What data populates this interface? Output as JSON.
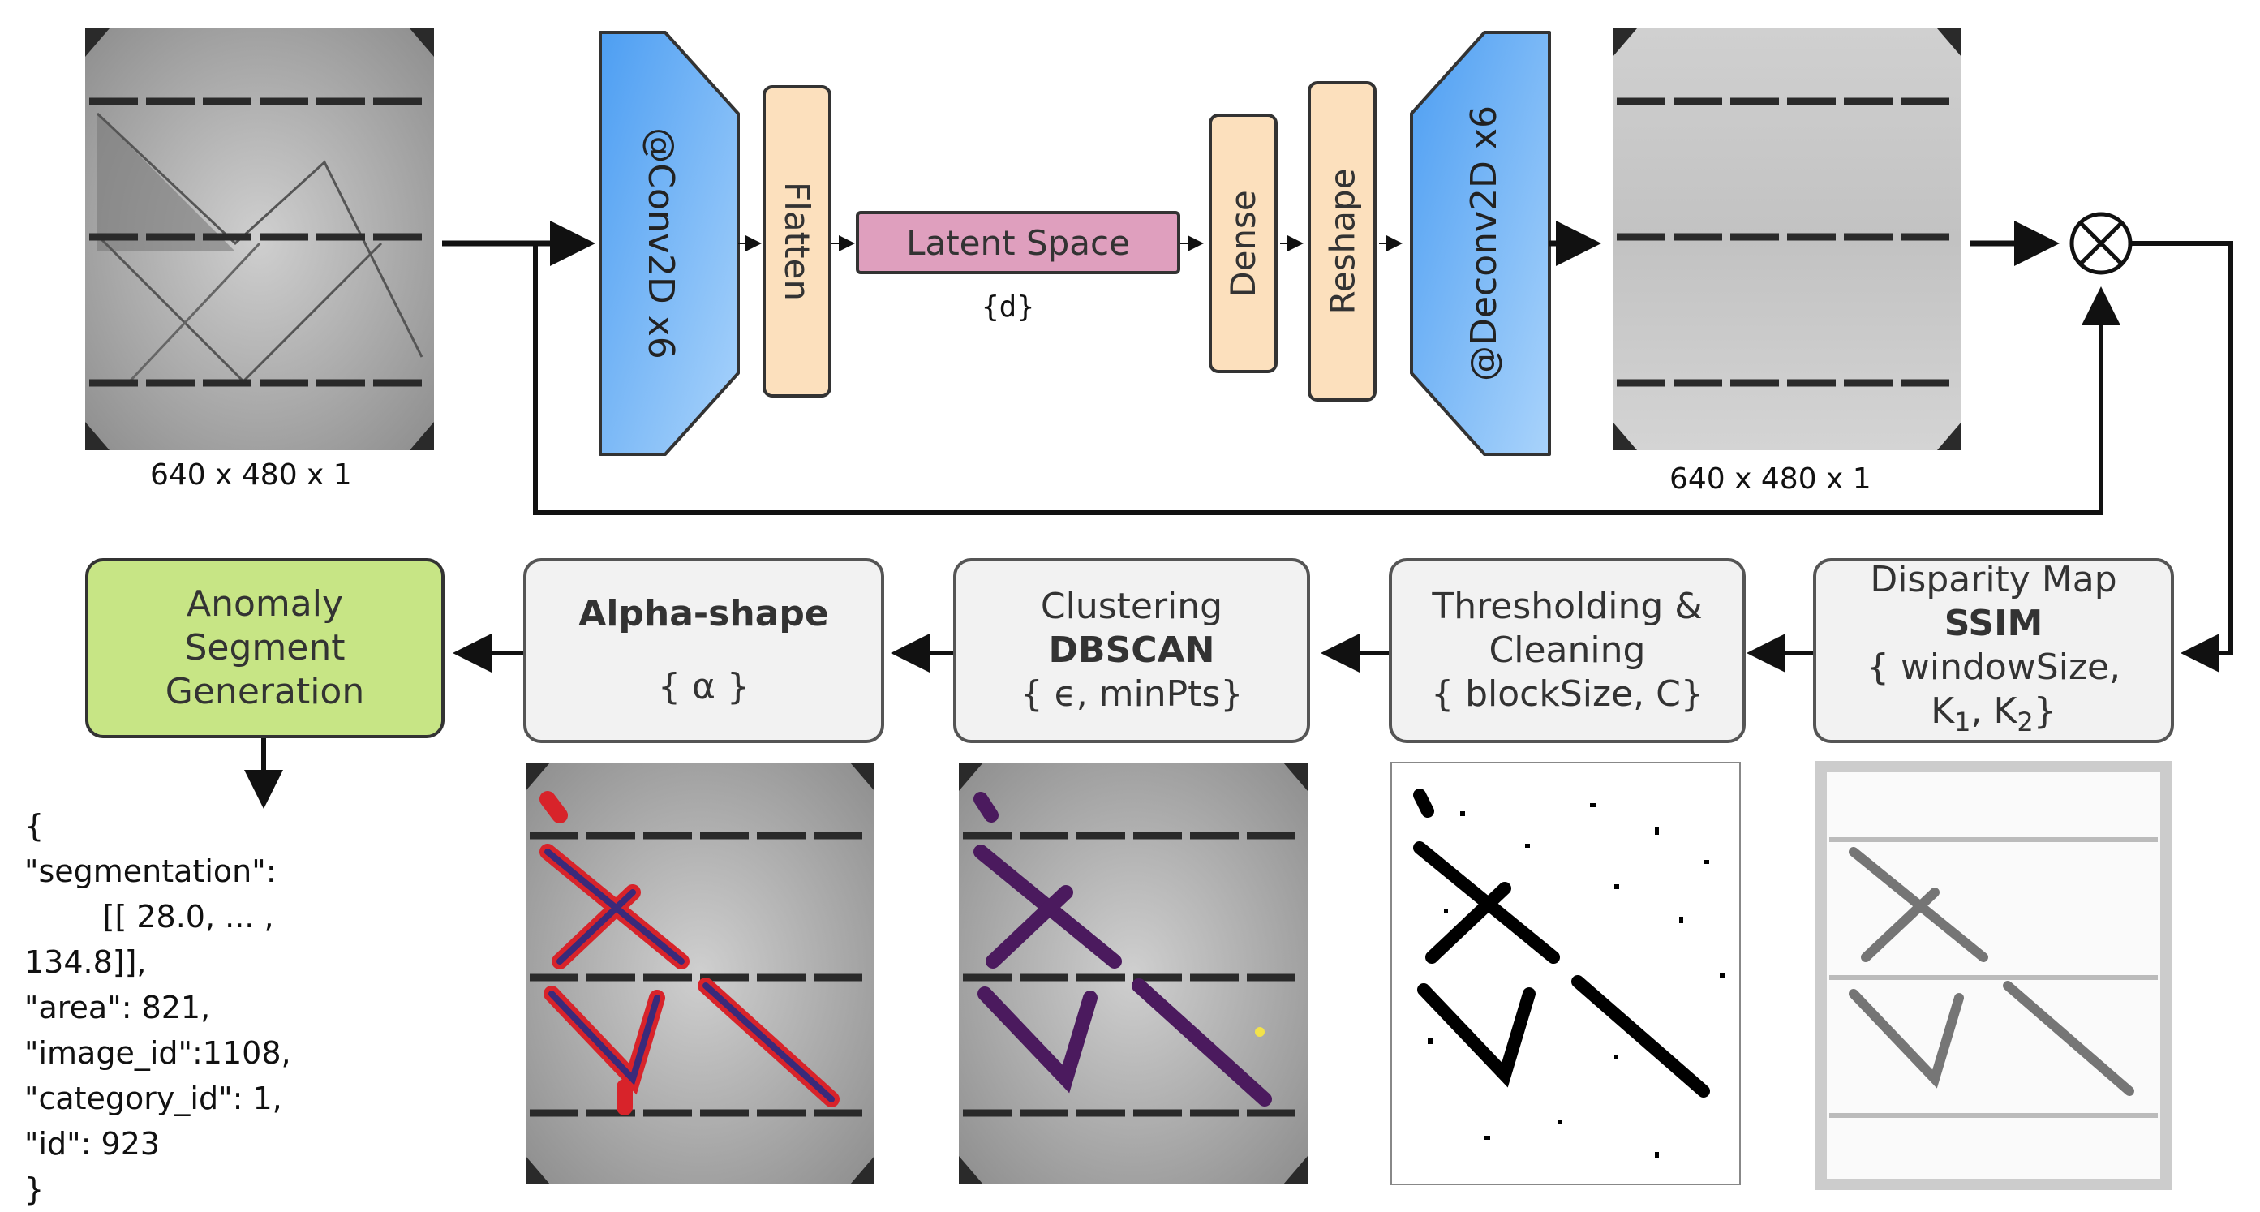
{
  "encoder": {
    "conv_label": "@Conv2D x6",
    "flatten_label": "Flatten"
  },
  "latent": {
    "label": "Latent Space",
    "dim_label": "{d}"
  },
  "decoder": {
    "dense_label": "Dense",
    "reshape_label": "Reshape",
    "deconv_label": "@Deconv2D x6"
  },
  "images": {
    "input_size": "640 x 480 x 1",
    "output_size": "640 x 480 x 1"
  },
  "steps": {
    "ssim": {
      "line1": "Disparity Map",
      "line2": "SSIM",
      "line3": "{ windowSize,",
      "line4_k1": "K",
      "line4_sub1": "1",
      "line4_sep": ", K",
      "line4_sub2": "2",
      "line4_end": "}"
    },
    "threshold": {
      "line1": "Thresholding &",
      "line2": "Cleaning",
      "line3": "{ blockSize, C}"
    },
    "dbscan": {
      "line1": "Clustering",
      "line2": "DBSCAN",
      "line3": "{ ϵ, minPts}"
    },
    "alpha": {
      "line1": "Alpha-shape",
      "line2": "{ α }"
    },
    "output": {
      "line1": "Anomaly",
      "line2": "Segment",
      "line3": "Generation"
    }
  },
  "json_output": {
    "l1": "{",
    "l2": "\"segmentation\":",
    "l3": "        [[ 28.0, ... ,",
    "l4": "134.8]],",
    "l5": "\"area\": 821,",
    "l6": "\"image_id\":1108,",
    "l7": "\"category_id\": 1,",
    "l8": "\"id\": 923",
    "l9": "}"
  },
  "colors": {
    "conv_blue": "#5aa9f5",
    "peach": "#fce0bd",
    "latent_pink": "#df9fbe",
    "green": "#c7e585",
    "gray_box": "#f2f2f2"
  }
}
